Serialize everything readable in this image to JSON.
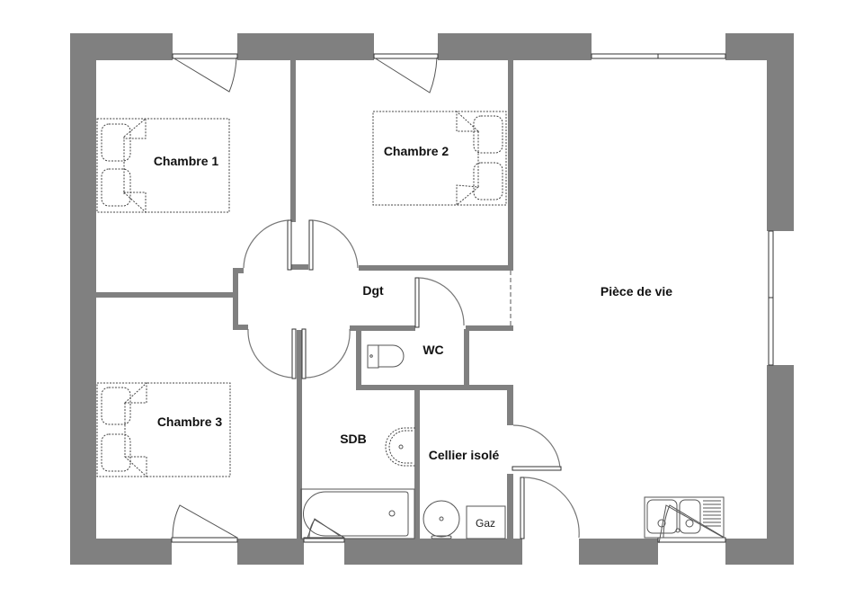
{
  "plan": {
    "wall_color": "#808080",
    "background": "#ffffff",
    "rooms": [
      {
        "id": "chambre1",
        "label": "Chambre 1"
      },
      {
        "id": "chambre2",
        "label": "Chambre 2"
      },
      {
        "id": "chambre3",
        "label": "Chambre 3"
      },
      {
        "id": "dgt",
        "label": "Dgt"
      },
      {
        "id": "wc",
        "label": "WC"
      },
      {
        "id": "sdb",
        "label": "SDB"
      },
      {
        "id": "cellier",
        "label": "Cellier isolé"
      },
      {
        "id": "piece_de_vie",
        "label": "Pièce de vie"
      }
    ],
    "fixtures": {
      "gaz_label": "Gaz"
    }
  }
}
